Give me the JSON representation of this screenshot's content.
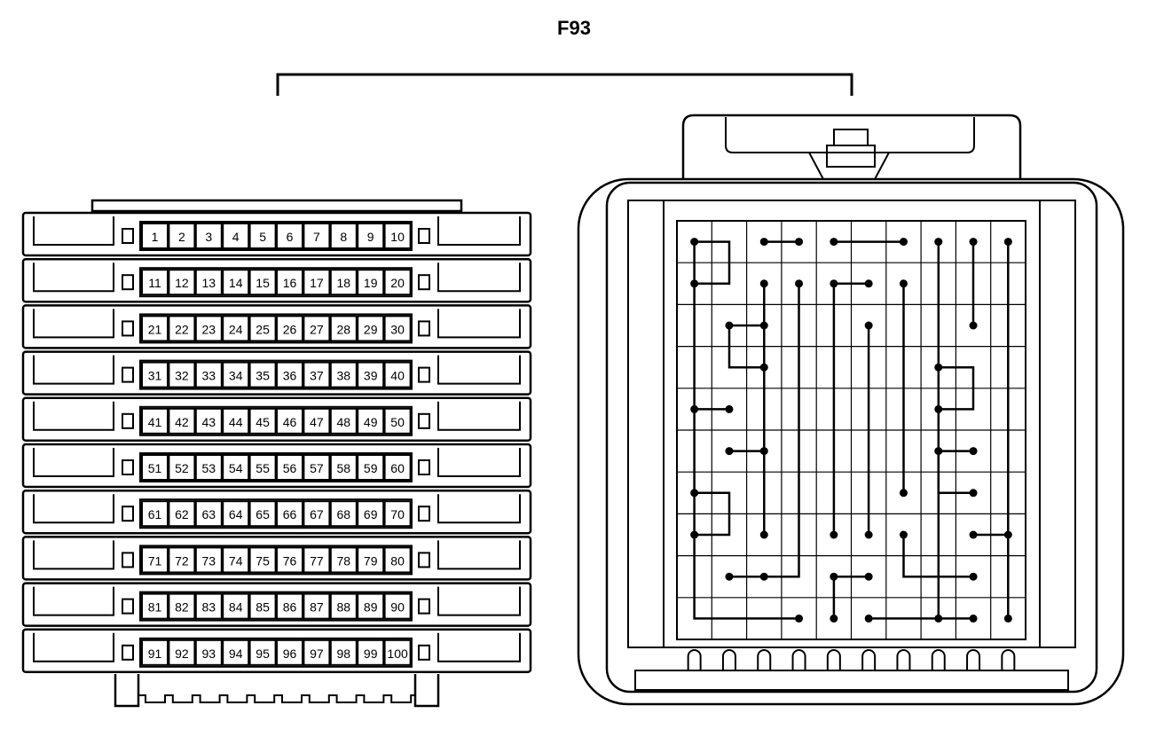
{
  "title": "F93",
  "colors": {
    "line": "#000000",
    "background": "#ffffff"
  },
  "connector_face": {
    "rows": [
      [
        "1",
        "2",
        "3",
        "4",
        "5",
        "6",
        "7",
        "8",
        "9",
        "10"
      ],
      [
        "11",
        "12",
        "13",
        "14",
        "15",
        "16",
        "17",
        "18",
        "19",
        "20"
      ],
      [
        "21",
        "22",
        "23",
        "24",
        "25",
        "26",
        "27",
        "28",
        "29",
        "30"
      ],
      [
        "31",
        "32",
        "33",
        "34",
        "35",
        "36",
        "37",
        "38",
        "39",
        "40"
      ],
      [
        "41",
        "42",
        "43",
        "44",
        "45",
        "46",
        "47",
        "48",
        "49",
        "50"
      ],
      [
        "51",
        "52",
        "53",
        "54",
        "55",
        "56",
        "57",
        "58",
        "59",
        "60"
      ],
      [
        "61",
        "62",
        "63",
        "64",
        "65",
        "66",
        "67",
        "68",
        "69",
        "70"
      ],
      [
        "71",
        "72",
        "73",
        "74",
        "75",
        "76",
        "77",
        "78",
        "79",
        "80"
      ],
      [
        "81",
        "82",
        "83",
        "84",
        "85",
        "86",
        "87",
        "88",
        "89",
        "90"
      ],
      [
        "91",
        "92",
        "93",
        "94",
        "95",
        "96",
        "97",
        "98",
        "99",
        "100"
      ]
    ]
  },
  "connector_rear": {
    "grid_columns": 10,
    "grid_rows": 10,
    "links": [
      [
        [
          0,
          0
        ],
        [
          1,
          0
        ],
        [
          1,
          1
        ],
        [
          0,
          1
        ]
      ],
      [
        [
          0,
          0
        ],
        [
          0,
          9
        ],
        [
          3,
          9
        ]
      ],
      [
        [
          2,
          0
        ],
        [
          3,
          0
        ]
      ],
      [
        [
          4,
          0
        ],
        [
          6,
          0
        ]
      ],
      [
        [
          7,
          0
        ],
        [
          7,
          9
        ]
      ],
      [
        [
          8,
          0
        ],
        [
          8,
          2
        ]
      ],
      [
        [
          9,
          0
        ],
        [
          9,
          9
        ]
      ],
      [
        [
          2,
          1
        ],
        [
          2,
          7
        ]
      ],
      [
        [
          3,
          1
        ],
        [
          3,
          8
        ],
        [
          2,
          8
        ]
      ],
      [
        [
          4,
          1
        ],
        [
          5,
          1
        ]
      ],
      [
        [
          4,
          1
        ],
        [
          4,
          7
        ]
      ],
      [
        [
          6,
          1
        ],
        [
          6,
          6
        ]
      ],
      [
        [
          1,
          2
        ],
        [
          2,
          2
        ]
      ],
      [
        [
          1,
          2
        ],
        [
          1,
          3
        ],
        [
          2,
          3
        ]
      ],
      [
        [
          5,
          2
        ],
        [
          5,
          7
        ]
      ],
      [
        [
          7,
          3
        ],
        [
          8,
          3
        ],
        [
          8,
          4
        ],
        [
          7,
          4
        ]
      ],
      [
        [
          0,
          4
        ],
        [
          1,
          4
        ]
      ],
      [
        [
          1,
          5
        ],
        [
          2,
          5
        ]
      ],
      [
        [
          7,
          5
        ],
        [
          8,
          5
        ]
      ],
      [
        [
          7,
          5
        ],
        [
          7,
          6
        ],
        [
          8,
          6
        ]
      ],
      [
        [
          0,
          6
        ],
        [
          1,
          6
        ],
        [
          1,
          7
        ],
        [
          0,
          7
        ]
      ],
      [
        [
          6,
          7
        ],
        [
          6,
          8
        ],
        [
          8,
          8
        ]
      ],
      [
        [
          8,
          7
        ],
        [
          9,
          7
        ]
      ],
      [
        [
          1,
          8
        ],
        [
          2,
          8
        ]
      ],
      [
        [
          4,
          8
        ],
        [
          5,
          8
        ]
      ],
      [
        [
          4,
          8
        ],
        [
          4,
          9
        ]
      ],
      [
        [
          5,
          9
        ],
        [
          8,
          9
        ]
      ]
    ]
  }
}
